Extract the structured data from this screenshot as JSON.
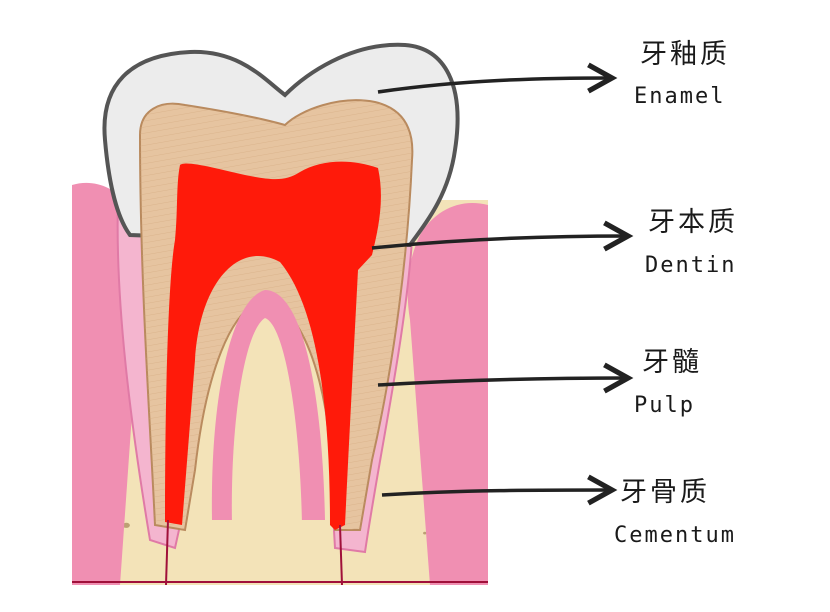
{
  "labels": {
    "enamel": {
      "zh": "牙釉质",
      "en": "Enamel"
    },
    "dentin": {
      "zh": "牙本质",
      "en": "Dentin"
    },
    "pulp": {
      "zh": "牙髓",
      "en": "Pulp"
    },
    "cementum": {
      "zh": "牙骨质",
      "en": "Cementum"
    }
  },
  "colors": {
    "enamel": "#ececec",
    "dentin": "#e6c4a0",
    "pulp": "#ff1a0a",
    "gum": "#f08fb2",
    "cementum": "#f4b5cf",
    "bone": "#f3e3b8",
    "bone_pore": "#a98a5c",
    "arrow": "#222222"
  }
}
